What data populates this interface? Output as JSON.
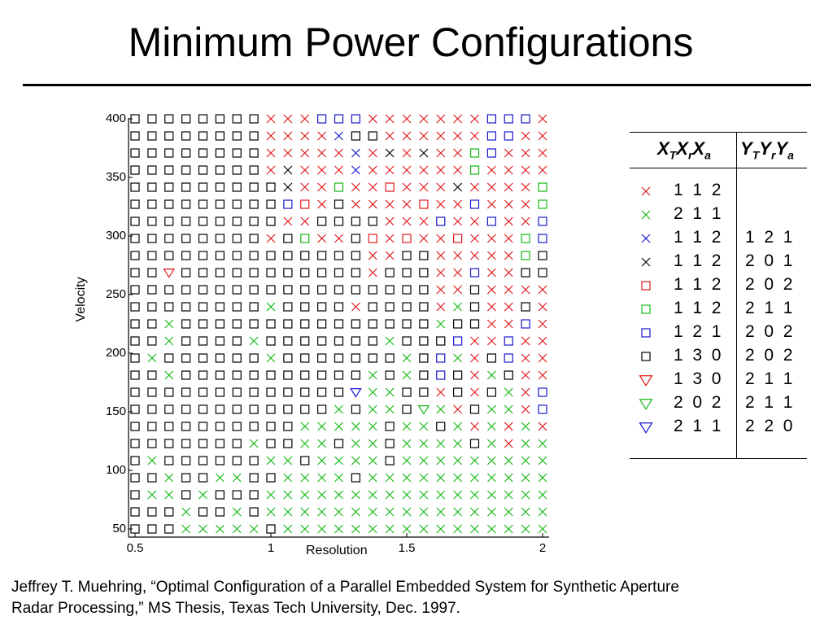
{
  "slide": {
    "title": "Minimum Power Configurations",
    "citation_line1": "Jeffrey T. Muehring, “Optimal Configuration of a Parallel Embedded System for Synthetic Aperture",
    "citation_line2": "Radar Processing,” MS Thesis, Texas Tech University, Dec. 1997."
  },
  "legend": {
    "header_x": "XT Xr Xa",
    "header_y": "YT Yr Ya",
    "header_parts": [
      {
        "main": "X",
        "sub": "T"
      },
      {
        "main": "X",
        "sub": "r"
      },
      {
        "main": "X",
        "sub": "a"
      },
      {
        "main": "Y",
        "sub": "T"
      },
      {
        "main": "Y",
        "sub": "r"
      },
      {
        "main": "Y",
        "sub": "a"
      }
    ],
    "entries": [
      {
        "code": "R",
        "marker": "x",
        "color": "#e0191b",
        "x_cfg": "1  1  2",
        "y_cfg": ""
      },
      {
        "code": "G",
        "marker": "x",
        "color": "#16b916",
        "x_cfg": "2  1  1",
        "y_cfg": ""
      },
      {
        "code": "B",
        "marker": "x",
        "color": "#1818cc",
        "x_cfg": "1  1  2",
        "y_cfg": "1  2  1"
      },
      {
        "code": "K",
        "marker": "x",
        "color": "#000000",
        "x_cfg": "1  1  2",
        "y_cfg": "2  0  1"
      },
      {
        "code": "r",
        "marker": "sq",
        "color": "#e0191b",
        "x_cfg": "1  1  2",
        "y_cfg": "2  0  2"
      },
      {
        "code": "g",
        "marker": "sq",
        "color": "#16b916",
        "x_cfg": "1  1  2",
        "y_cfg": "2  1  1"
      },
      {
        "code": "b",
        "marker": "sq",
        "color": "#1818cc",
        "x_cfg": "1  2  1",
        "y_cfg": "2  0  2"
      },
      {
        "code": "k",
        "marker": "sq",
        "color": "#000000",
        "x_cfg": "1  3  0",
        "y_cfg": "2  0  2"
      },
      {
        "code": "T",
        "marker": "tri",
        "color": "#e0191b",
        "x_cfg": "1  3  0",
        "y_cfg": "2  1  1"
      },
      {
        "code": "U",
        "marker": "tri",
        "color": "#16b916",
        "x_cfg": "2  0  2",
        "y_cfg": "2  1  1"
      },
      {
        "code": "V",
        "marker": "tri",
        "color": "#1818cc",
        "x_cfg": "2  1  1",
        "y_cfg": "2  2  0"
      }
    ]
  },
  "chart_data": {
    "type": "scatter",
    "title": "",
    "xlabel": "Resolution",
    "ylabel": "Velocity",
    "xlim": [
      0.5,
      2.0
    ],
    "ylim": [
      50,
      400
    ],
    "x_ticks": [
      {
        "value": 0.5,
        "label": "0.5"
      },
      {
        "value": 1.0,
        "label": "1"
      },
      {
        "value": 1.5,
        "label": "1.5"
      },
      {
        "value": 2.0,
        "label": "2"
      }
    ],
    "y_ticks": [
      {
        "value": 50,
        "label": "50"
      },
      {
        "value": 100,
        "label": "100"
      },
      {
        "value": 150,
        "label": "150"
      },
      {
        "value": 200,
        "label": "200"
      },
      {
        "value": 250,
        "label": "250"
      },
      {
        "value": 300,
        "label": "300"
      },
      {
        "value": 350,
        "label": "350"
      },
      {
        "value": 400,
        "label": "400"
      }
    ],
    "grid_x": {
      "start": 0.5,
      "step": 0.0625,
      "count": 25
    },
    "grid_y": {
      "start": 50,
      "step": 14.583,
      "count": 25
    },
    "rows_top_to_bottom": [
      "kkkkkkkkRRRbbbRRRRRRRbbbR",
      "kkkkkkkkRRRRBkkRRRRRRbbRR",
      "kkkkkkkkRRRRRBRKRKRRgbRRR",
      "kkkkkkkkRKRRRBRRRRRRgRRRR",
      "kkkkkkkkkKRRgRRrRRRKRRRRg",
      "kkkkkkkkkbrRkRRRRrRRbRRRg",
      "kkkkkkkkkRRkkkkRRRbRRbRRb",
      "kkkkkkkkRkgRRkrRrRRrRRRgb",
      "kkkkkkkkkkkkkkRRkkRRRRRgk",
      "kkTkkkkkkkkkkkRkkkRRbRRkk",
      "kkkkkkkkkkkkkkkkkkRRkRRRR",
      "kkkkkkkkGkkkkRkkkkRGkRRkR",
      "kkGkkkkkkkkkkkkkkkGkkRRbR",
      "kkGkkkkGkkkkkkkGkkkbRRbRR",
      "kGkkkkkkGkkkkkkkGkbGRkbRR",
      "kkGkkkkkkkkkkkGkGkbkRGkRR",
      "kkkkkkkkkkkkkVGGkkRkRkGRb",
      "kkkkkkkkkkkkGkGGkUGRkGGRb",
      "kkkkkkkkkkGGGGGkGGkGRGRGR",
      "kkkkkkkGkkGGkGGkGGGGkGRGG",
      "kGkkkkkkGGkGGGGkGGGGGGGGG",
      "kkGkkGGkkGGGGkGGGGGGGGGGG",
      "kGGkGkkkGGGGGGGGGGGGGGGGG",
      "kkkGkkGkGGGGGGGGGGGGGGGGG",
      "kkkGGGGGkGGGGGGGGGGGGGGGG"
    ]
  }
}
